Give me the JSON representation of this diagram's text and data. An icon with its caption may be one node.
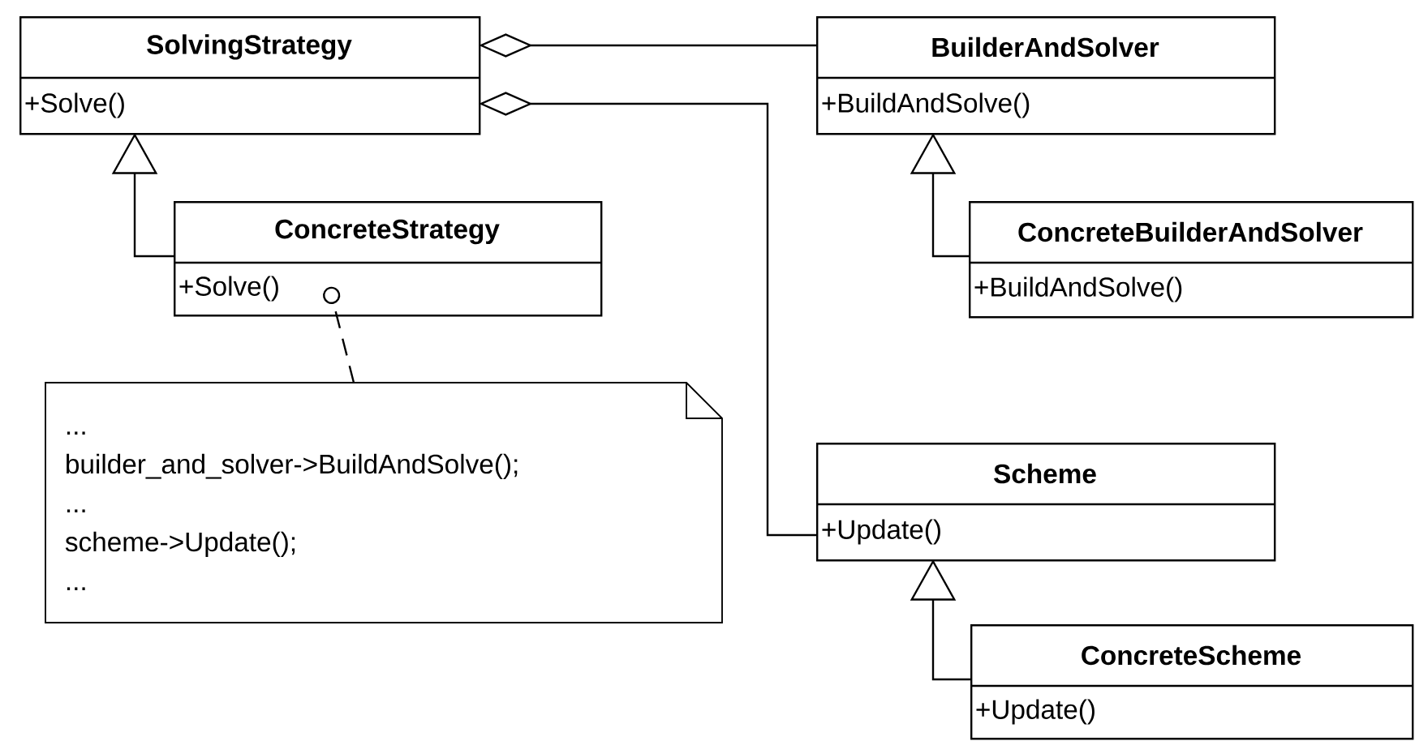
{
  "diagram": {
    "nodes": [
      {
        "text": [
          "SolvingStrategy",
          "+Solve()"
        ]
      },
      {
        "text": [
          "BuilderAndSolver",
          "+BuildAndSolve()"
        ]
      },
      {
        "text": [
          "ConcreteStrategy",
          "+Solve()"
        ]
      },
      {
        "text": [
          "ConcreteBuilderAndSolver",
          "+BuildAndSolve()"
        ]
      },
      {
        "text": [
          "...",
          "builder_and_solver->BuildAndSolve();",
          "...",
          "scheme->Update();",
          "..."
        ]
      },
      {
        "text": [
          "Scheme",
          "+Update()"
        ]
      },
      {
        "text": [
          "ConcreteScheme",
          "+Update()"
        ]
      }
    ],
    "edges": [
      {
        "from": 0,
        "to": 1,
        "arrow": "other"
      },
      {
        "from": 0,
        "to": 5,
        "arrow": "other"
      },
      {
        "from": 2,
        "to": 0,
        "arrow": "to"
      },
      {
        "from": 3,
        "to": 1,
        "arrow": "to"
      },
      {
        "from": 6,
        "to": 5,
        "arrow": "to"
      },
      {
        "from": 4,
        "to": 2,
        "arrow": "other",
        "style": "dashed"
      }
    ]
  }
}
